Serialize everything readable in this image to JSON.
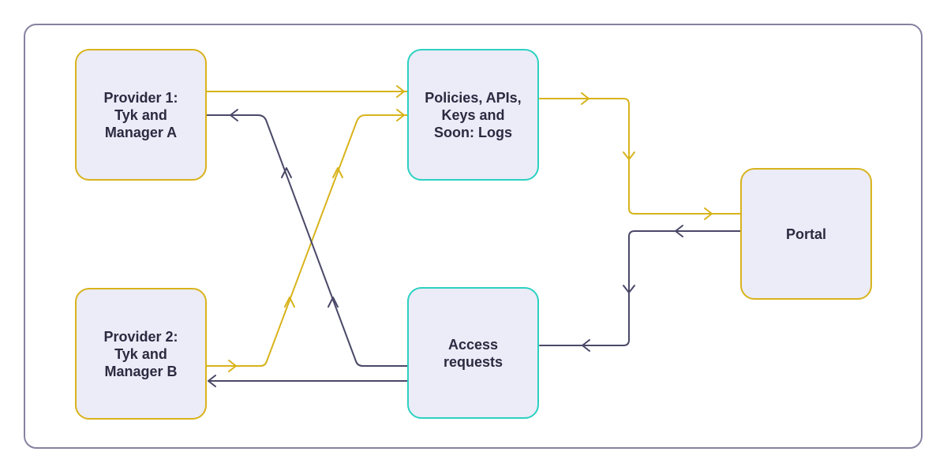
{
  "nodes": {
    "provider1": "Provider 1:\nTyk and\nManager A",
    "provider2": "Provider 2:\nTyk and\nManager B",
    "policies": "Policies, APIs,\nKeys and\nSoon: Logs",
    "access": "Access\nrequests",
    "portal": "Portal"
  },
  "colors": {
    "gold": "#d8b31b",
    "navy": "#4a4868",
    "teal": "#2bd1c1",
    "node_fill": "#ecebf8",
    "frame": "#8582a0"
  }
}
